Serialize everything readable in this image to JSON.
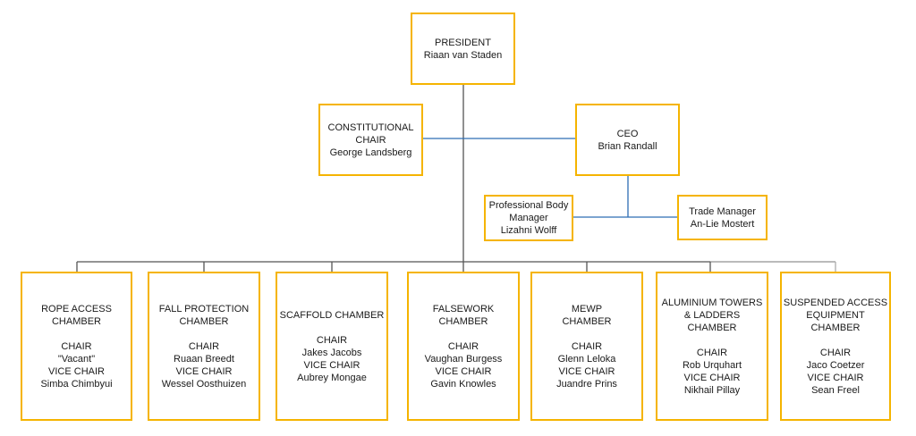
{
  "top": {
    "president": {
      "title": "PRESIDENT",
      "name": "Riaan van Staden"
    },
    "constitutional": {
      "title_line1": "CONSTITUTIONAL",
      "title_line2": "CHAIR",
      "name": "George Landsberg"
    },
    "ceo": {
      "title": "CEO",
      "name": "Brian Randall"
    },
    "professional": {
      "title_line1": "Professional Body",
      "title_line2": "Manager",
      "name": "Lizahni Wolff"
    },
    "trade": {
      "title": "Trade Manager",
      "name": "An-Lie Mostert"
    }
  },
  "chambers": [
    {
      "title_line1": "ROPE ACCESS",
      "title_line2": "CHAMBER",
      "title_line3": "",
      "chair_label": "CHAIR",
      "chair": "\"Vacant\"",
      "vice_label": "VICE CHAIR",
      "vice": "Simba Chimbyui"
    },
    {
      "title_line1": "FALL PROTECTION",
      "title_line2": "CHAMBER",
      "title_line3": "",
      "chair_label": "CHAIR",
      "chair": "Ruaan Breedt",
      "vice_label": "VICE CHAIR",
      "vice": "Wessel Oosthuizen"
    },
    {
      "title_line1": "SCAFFOLD CHAMBER",
      "title_line2": "",
      "title_line3": "",
      "chair_label": "CHAIR",
      "chair": "Jakes Jacobs",
      "vice_label": "VICE CHAIR",
      "vice": "Aubrey Mongae"
    },
    {
      "title_line1": "FALSEWORK",
      "title_line2": "CHAMBER",
      "title_line3": "",
      "chair_label": "CHAIR",
      "chair": "Vaughan Burgess",
      "vice_label": "VICE CHAIR",
      "vice": "Gavin Knowles"
    },
    {
      "title_line1": "MEWP",
      "title_line2": "CHAMBER",
      "title_line3": "",
      "chair_label": "CHAIR",
      "chair": "Glenn Leloka",
      "vice_label": "VICE CHAIR",
      "vice": "Juandre Prins"
    },
    {
      "title_line1": "ALUMINIUM TOWERS",
      "title_line2": "& LADDERS",
      "title_line3": "CHAMBER",
      "chair_label": "CHAIR",
      "chair": "Rob Urquhart",
      "vice_label": "VICE CHAIR",
      "vice": "Nikhail Pillay"
    },
    {
      "title_line1": "SUSPENDED ACCESS",
      "title_line2": "EQUIPMENT",
      "title_line3": "CHAMBER",
      "chair_label": "CHAIR",
      "chair": "Jaco Coetzer",
      "vice_label": "VICE CHAIR",
      "vice": "Sean Freel"
    }
  ],
  "colors": {
    "box_border": "#f5b400",
    "main_line": "#555555",
    "ceo_line": "#2e6db4",
    "faint_line": "#aaaaaa"
  }
}
